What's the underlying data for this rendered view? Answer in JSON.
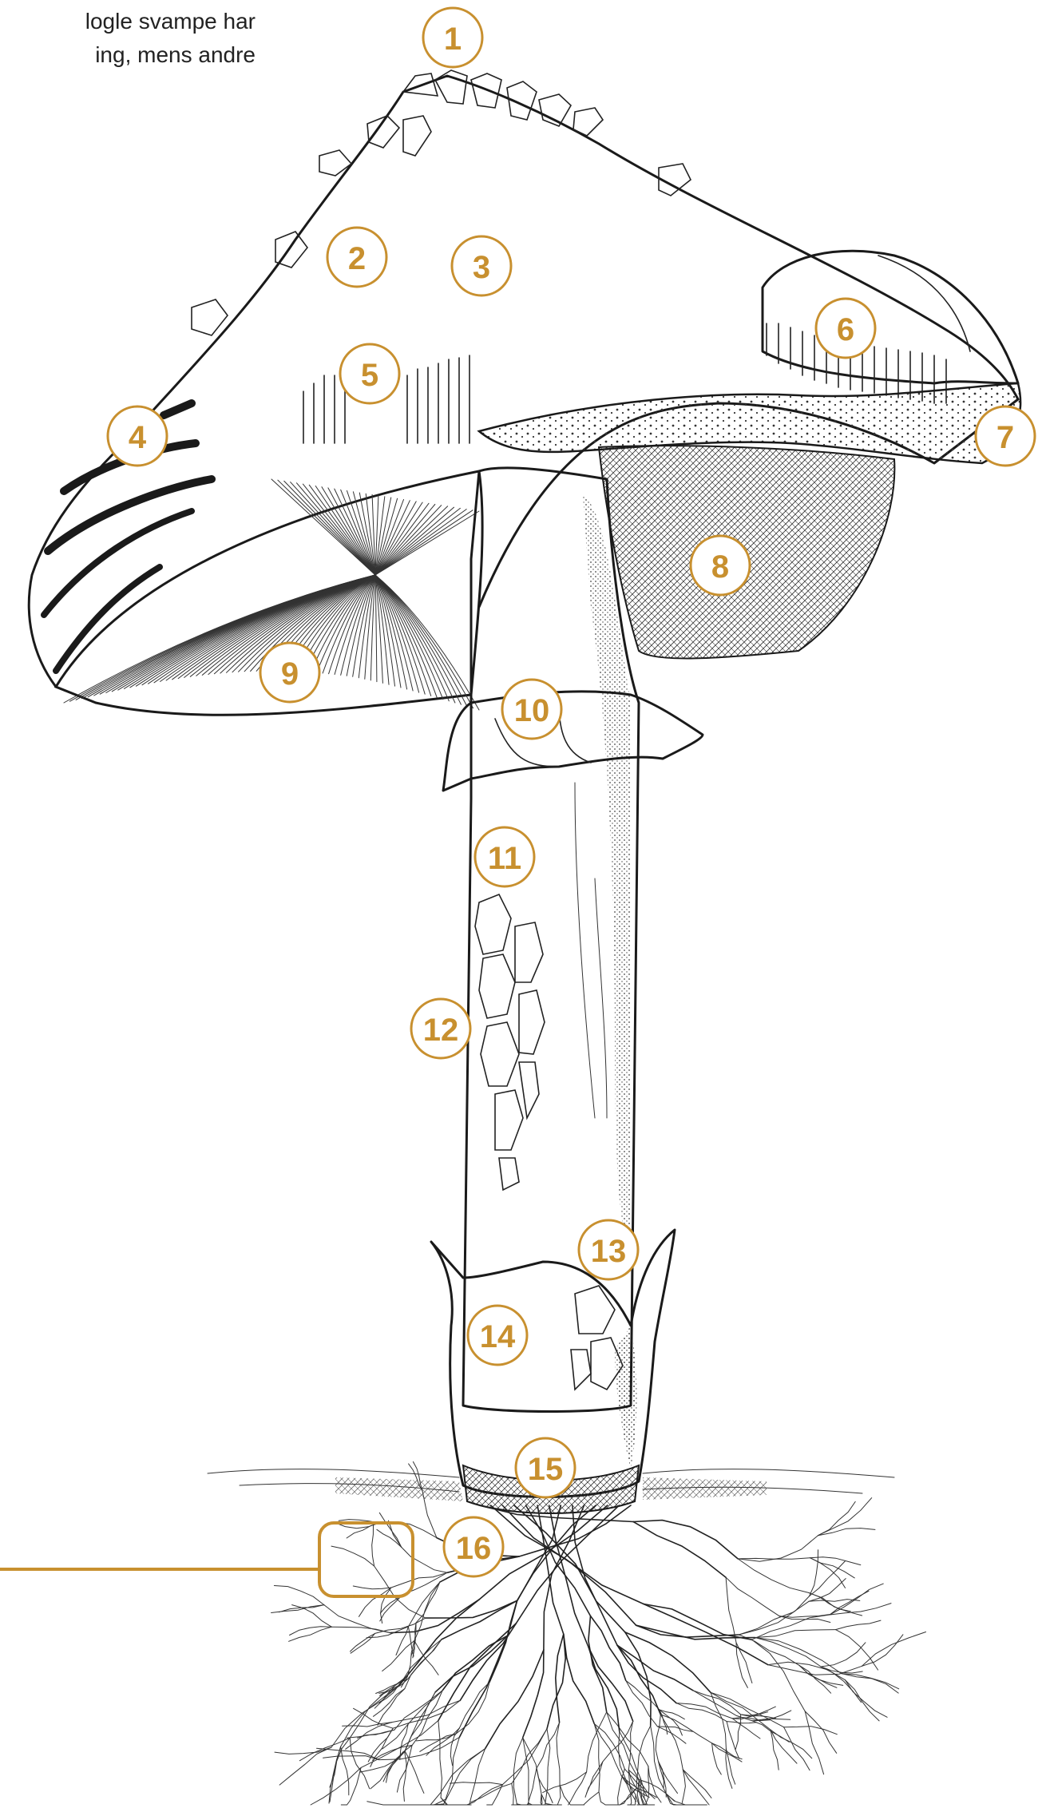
{
  "caption": {
    "line1": "logle svampe har",
    "line2": "ing, mens andre"
  },
  "labels": [
    "1",
    "2",
    "3",
    "4",
    "5",
    "6",
    "7",
    "8",
    "9",
    "10",
    "11",
    "12",
    "13",
    "14",
    "15",
    "16"
  ],
  "colors": {
    "accent": "#c8902f",
    "ink": "#1a1a1a",
    "background": "#ffffff"
  }
}
